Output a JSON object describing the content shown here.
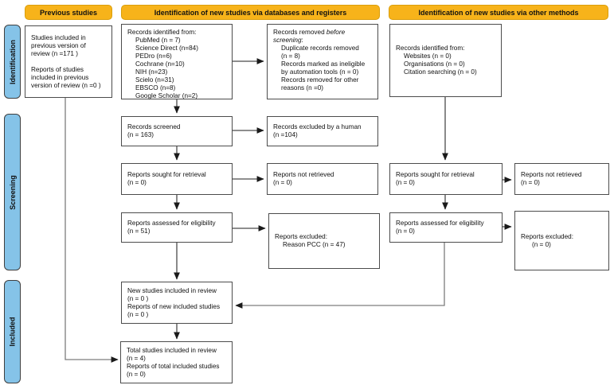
{
  "headers": {
    "previous": "Previous studies",
    "databases": "Identification of new studies via databases and registers",
    "other": "Identification of new studies via other methods"
  },
  "side_labels": {
    "identification": "Identification",
    "screening": "Screening",
    "included": "Included"
  },
  "boxes": {
    "previous_studies": {
      "lines": [
        "Studies included in",
        "previous version of",
        "review (n =171 )",
        "",
        "Reports of studies",
        "included in previous",
        "version of review (n =0 )"
      ]
    },
    "db_identified": {
      "lines": [
        "Records identified from:",
        "PubMed (n = 7)",
        "Science Direct (n=84)",
        "PEDro (n=6)",
        "Cochrane (n=10)",
        "NIH (n=23)",
        "Scielo (n=31)",
        "EBSCO (n=8)",
        "Google Scholar (n=2)"
      ]
    },
    "records_removed": {
      "intro_normal": "Records removed ",
      "intro_italic": "before",
      "intro2_italic": "screening",
      "intro2_normal": ":",
      "lines": [
        "Duplicate records removed",
        "(n = 8)",
        "Records marked as ineligible",
        "by automation tools (n = 0)",
        "Records removed for other",
        "reasons (n =0)"
      ]
    },
    "other_identified": {
      "lines": [
        "Records identified from:",
        "Websites (n = 0)",
        "Organisations (n = 0)",
        "Citation searching (n = 0)"
      ]
    },
    "records_screened": {
      "lines": [
        "Records screened",
        "(n = 163)"
      ]
    },
    "records_excluded_human": {
      "lines": [
        "Records excluded by a human",
        "(n =104)"
      ]
    },
    "reports_sought_db": {
      "lines": [
        "Reports sought for retrieval",
        "(n = 0)"
      ]
    },
    "reports_not_retrieved_db": {
      "lines": [
        "Reports not retrieved",
        "(n = 0)"
      ]
    },
    "reports_assessed_db": {
      "lines": [
        "Reports assessed for eligibility",
        "(n = 51)"
      ]
    },
    "reports_excluded_db": {
      "lines": [
        "Reports excluded:",
        "Reason PCC (n = 47)"
      ]
    },
    "reports_sought_other": {
      "lines": [
        "Reports sought for retrieval",
        "(n = 0)"
      ]
    },
    "reports_not_retrieved_other": {
      "lines": [
        "Reports not retrieved",
        "(n = 0)"
      ]
    },
    "reports_assessed_other": {
      "lines": [
        "Reports assessed for eligibility",
        "(n = 0)"
      ]
    },
    "reports_excluded_other": {
      "lines": [
        "Reports excluded:",
        "(n = 0)"
      ]
    },
    "new_studies": {
      "lines": [
        "New studies included in review",
        "(n = 0 )",
        "Reports of new included studies",
        "(n = 0 )"
      ]
    },
    "total_studies": {
      "lines": [
        "Total studies included in review",
        "(n = 4)",
        "Reports of total included studies",
        "(n = 0)"
      ]
    }
  },
  "colors": {
    "header_fill": "#F7B31A",
    "header_border": "#DA9E0B",
    "side_label_fill": "#85C3E8",
    "box_border": "#4C4C4C",
    "arrow": "#4A4A4A",
    "connector": "#7D7D7D"
  }
}
